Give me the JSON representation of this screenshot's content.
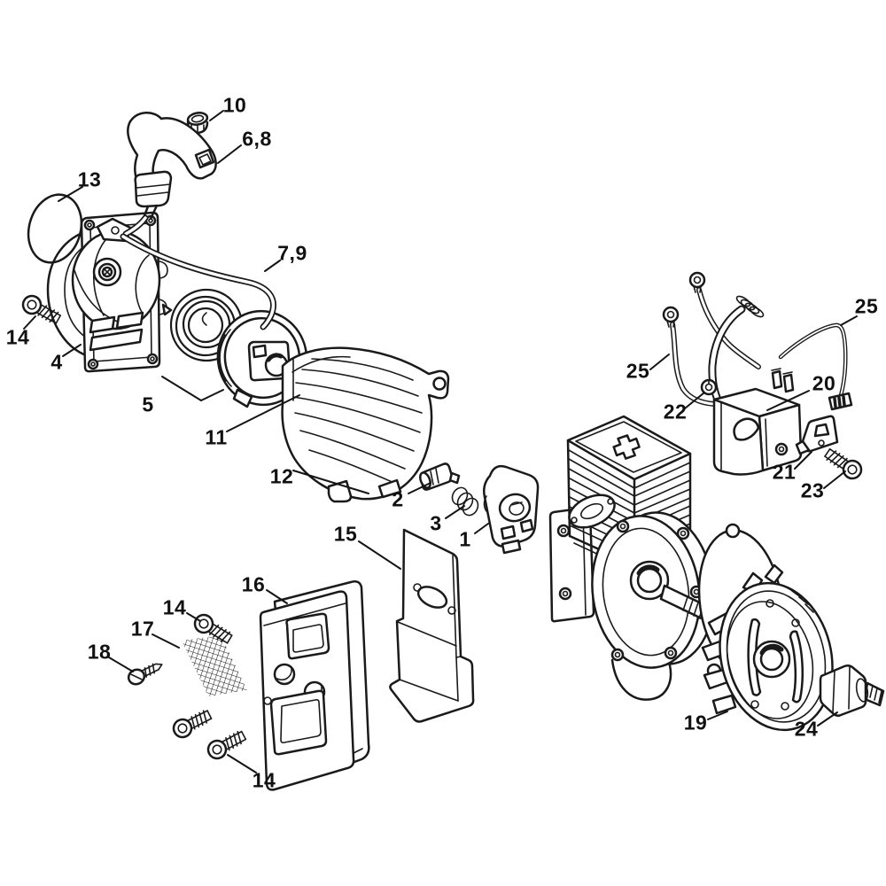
{
  "diagram": {
    "type": "exploded-parts-diagram",
    "colors": {
      "background": "#ffffff",
      "line": "#1a1a1a",
      "label": "#111111"
    },
    "callouts": {
      "c10": "10",
      "c6_8": "6,8",
      "c13": "13",
      "c7_9": "7,9",
      "c14_housing": "14",
      "c4": "4",
      "c5": "5",
      "c11": "11",
      "c12": "12",
      "c2": "2",
      "c3": "3",
      "c1": "1",
      "c15": "15",
      "c16": "16",
      "c14_muffler_top": "14",
      "c17": "17",
      "c18": "18",
      "c14_muffler_bottom": "14",
      "c19": "19",
      "c24": "24",
      "c20": "20",
      "c21": "21",
      "c23": "23",
      "c22": "22",
      "c25_left": "25",
      "c25_right": "25"
    }
  }
}
